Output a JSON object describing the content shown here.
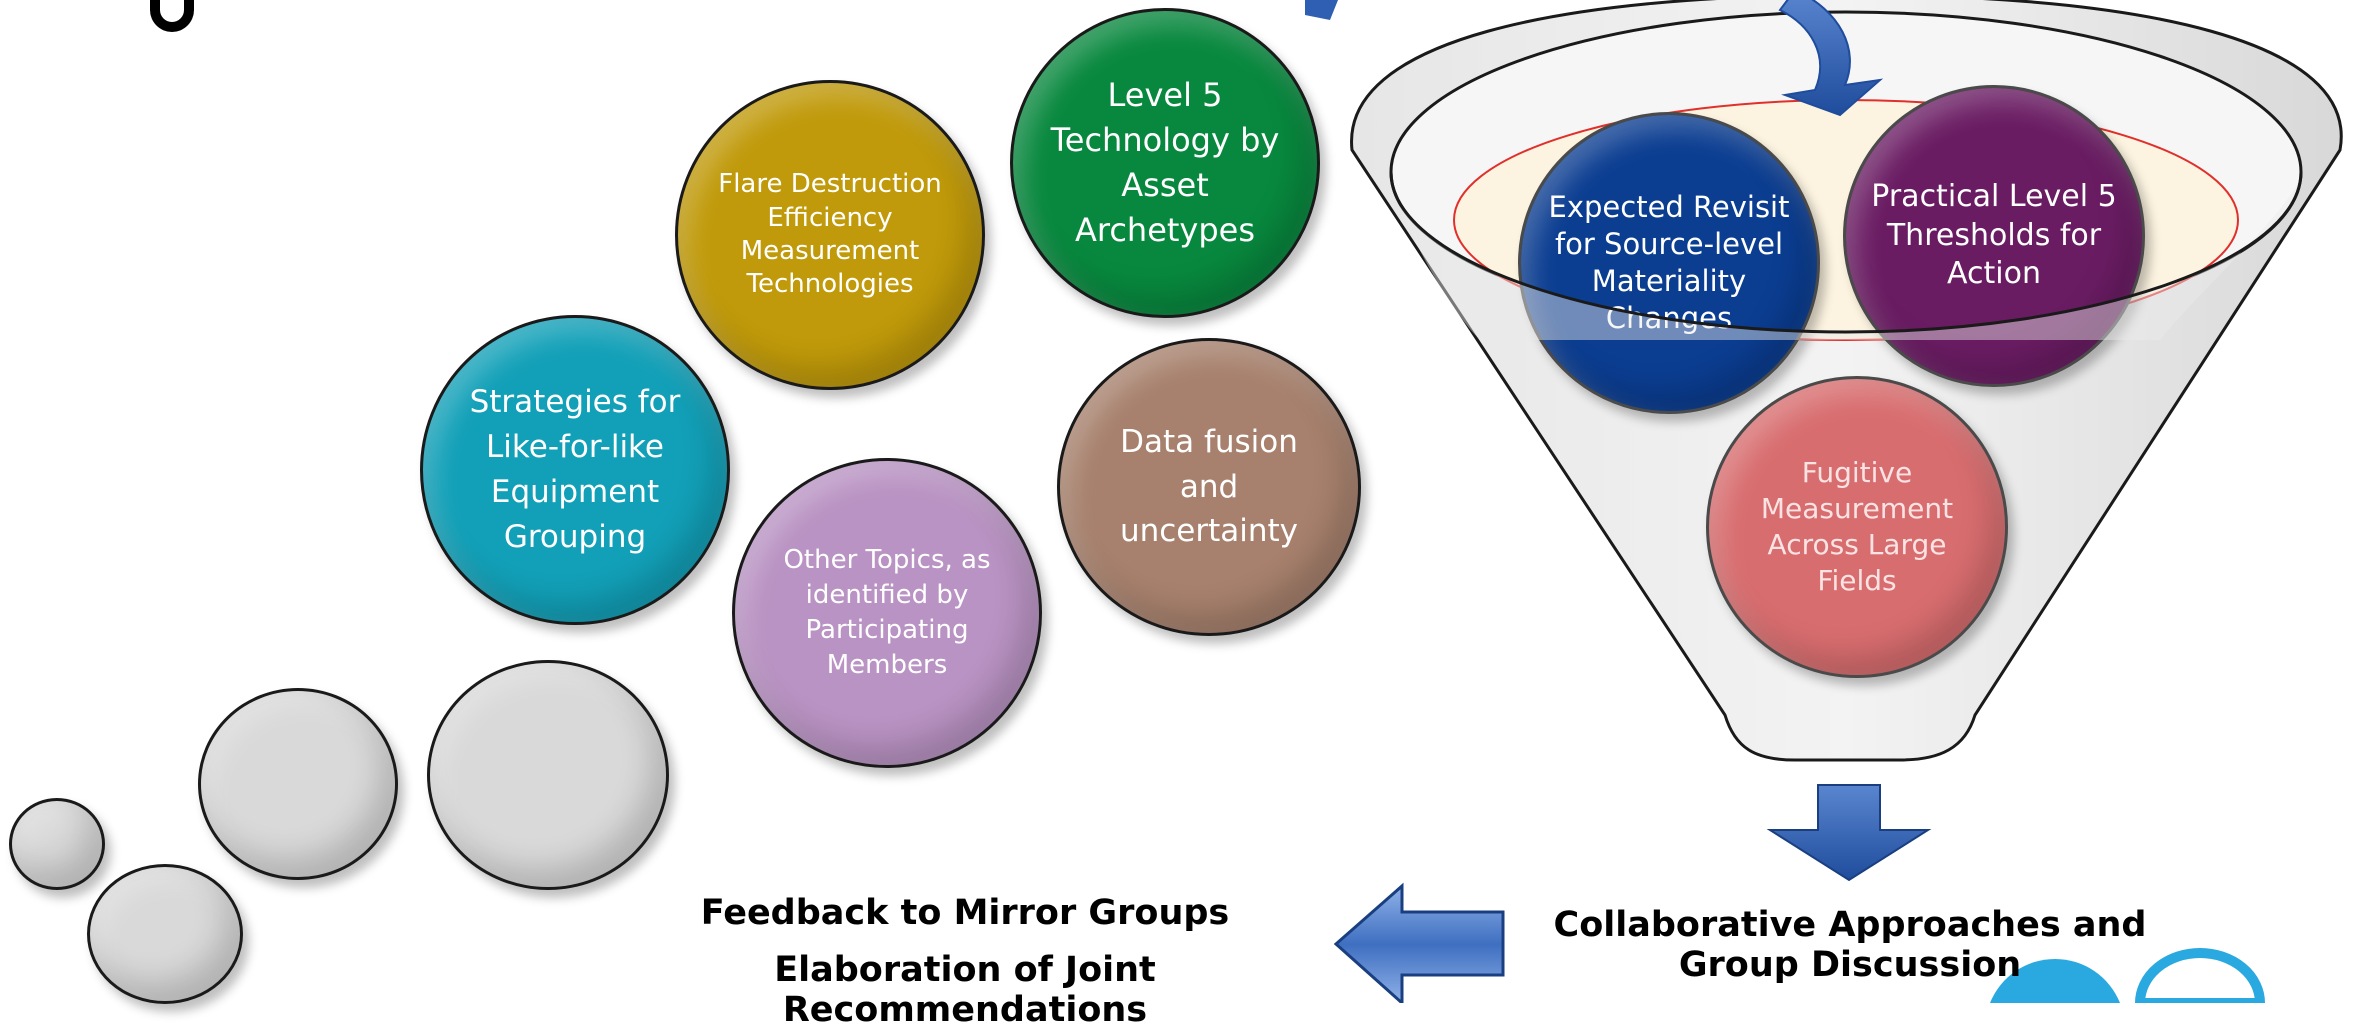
{
  "colors": {
    "teal": "#12a0b8",
    "mustard": "#c09a0a",
    "green": "#08883e",
    "brown": "#a7816d",
    "lavender": "#b993c3",
    "navy": "#0b3d91",
    "purple": "#6a1c63",
    "salmon": "#d86d6f",
    "grey": "#d9d9d9",
    "arrow_blue": "#2f5fb2"
  },
  "bubbles": {
    "strategies": "Strategies for Like-for-like Equipment Grouping",
    "flare": "Flare Destruction Efficiency Measurement Technologies",
    "level5": "Level 5 Technology by Asset Archetypes",
    "data_fusion": "Data fusion and uncertainty",
    "other_topics": "Other Topics, as identified by Participating Members"
  },
  "funnel": {
    "expected_revisit": "Expected Revisit for Source-level Materiality Changes",
    "practical_level5": "Practical Level 5 Thresholds for Action",
    "fugitive": "Fugitive Measurement Across Large Fields"
  },
  "captions": {
    "collaborative": "Collaborative Approaches and Group Discussion",
    "feedback": "Feedback to Mirror Groups",
    "elaboration": "Elaboration of Joint Recommendations"
  },
  "icons": {
    "top_arrow": "curved-arrow-icon",
    "down_arrow": "down-arrow-icon",
    "left_arrow": "left-arrow-icon"
  }
}
